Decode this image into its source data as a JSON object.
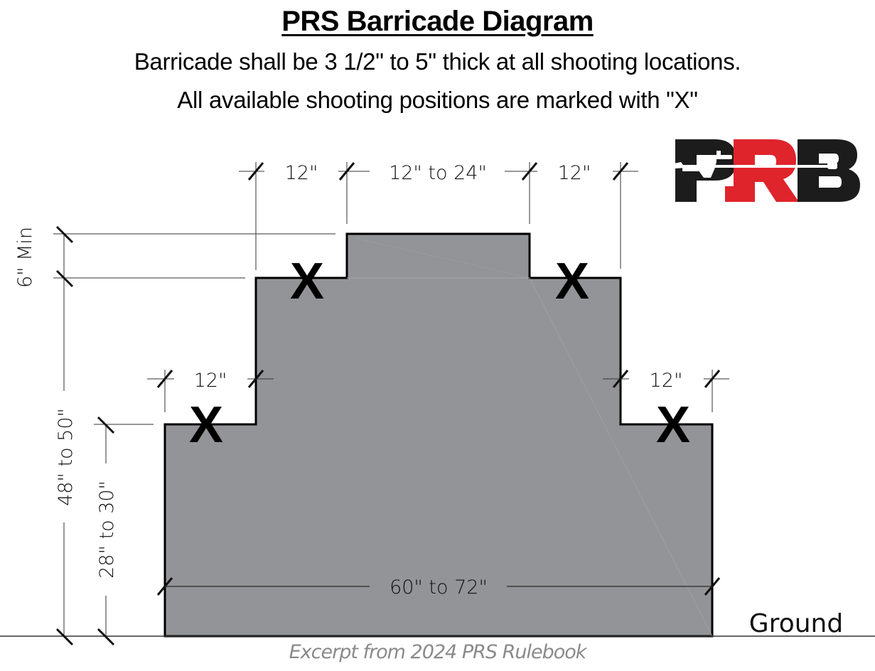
{
  "header": {
    "title": "PRS Barricade Diagram",
    "subtitle_line1": "Barricade shall be 3 1/2\" to 5\" thick at all shooting locations.",
    "subtitle_line2": "All available shooting positions are marked with \"X\""
  },
  "logo": {
    "letters": [
      "P",
      "R",
      "B"
    ],
    "icon": "rifle-icon",
    "colors": {
      "dark": "#1c1c1c",
      "accent": "#e0242b"
    }
  },
  "diagram": {
    "fill_color": "#939497",
    "outline_color": "#000000",
    "position_marker": "X",
    "dimensions": {
      "top_left_step": "12\"",
      "top_center": "12\" to 24\"",
      "top_right_step": "12\"",
      "lower_left_step": "12\"",
      "lower_right_step": "12\"",
      "top_step_height": "6\" Min",
      "upper_height": "48\" to 50\"",
      "lower_height": "28\" to 30\"",
      "base_width": "60\" to 72\""
    },
    "ground_label": "Ground"
  },
  "footer": {
    "caption": "Excerpt from 2024 PRS Rulebook"
  }
}
